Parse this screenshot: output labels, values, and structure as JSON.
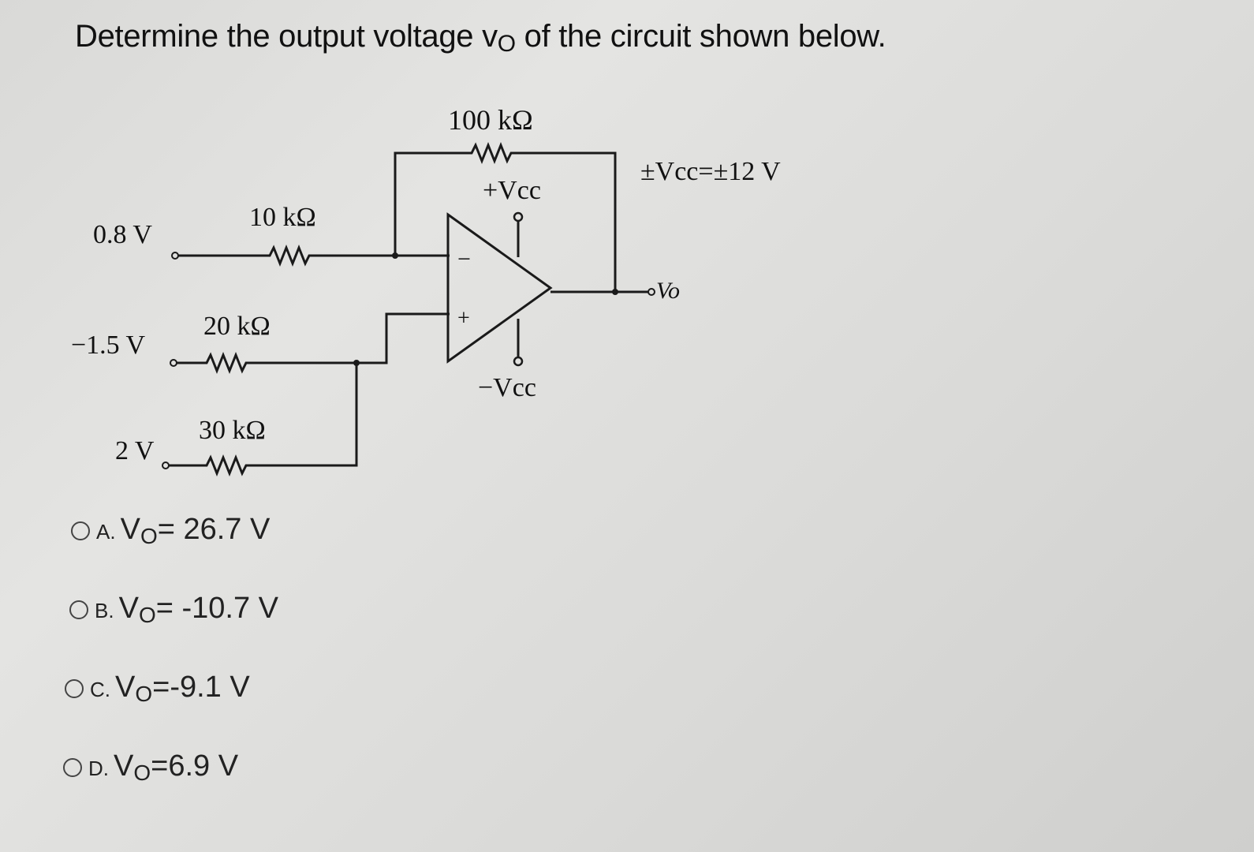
{
  "question": {
    "text": "Determine the output voltage",
    "var_main": "v",
    "var_sub": "O",
    "text_after": "of the circuit shown below."
  },
  "circuit": {
    "rf_label": "100 kΩ",
    "vcc_spec": "±Vcc=±12 V",
    "vcc_pos": "+Vcc",
    "vcc_neg": "−Vcc",
    "inverting": "−",
    "noninverting": "+",
    "output_label": "Vo",
    "inputs": [
      {
        "voltage": "0.8 V",
        "resistor": "10 kΩ"
      },
      {
        "voltage": "−1.5 V",
        "resistor": "20 kΩ"
      },
      {
        "voltage": "2 V",
        "resistor": "30 kΩ"
      }
    ]
  },
  "options": [
    {
      "letter": "A.",
      "var": "V",
      "sub": "O",
      "value": "= 26.7 V"
    },
    {
      "letter": "B.",
      "var": "V",
      "sub": "O",
      "value": "= -10.7 V"
    },
    {
      "letter": "C.",
      "var": "V",
      "sub": "O",
      "value": "=-9.1 V"
    },
    {
      "letter": "D.",
      "var": "V",
      "sub": "O",
      "value": "=6.9 V"
    }
  ]
}
